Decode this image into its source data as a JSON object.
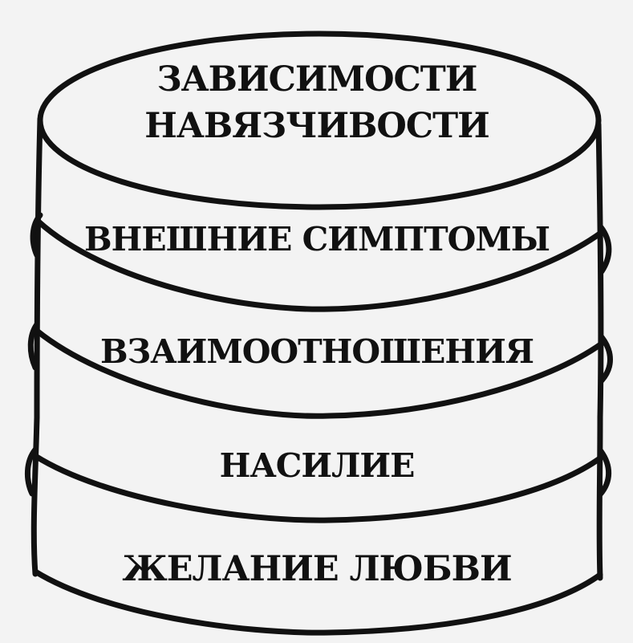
{
  "layers": [
    {
      "id": "top",
      "lines": [
        "ЗАВИСИМОСТИ",
        "НАВЯЗЧИВОСТИ"
      ]
    },
    {
      "id": "symptoms",
      "lines": [
        "ВНЕШНИЕ СИМПТОМЫ"
      ]
    },
    {
      "id": "relations",
      "lines": [
        "ВЗАИМООТНОШЕНИЯ"
      ]
    },
    {
      "id": "violence",
      "lines": [
        "НАСИЛИЕ"
      ]
    },
    {
      "id": "love",
      "lines": [
        "ЖЕЛАНИЕ ЛЮБВИ"
      ]
    }
  ],
  "colors": {
    "stroke": "#111111",
    "fill": "#f3f3f3"
  }
}
